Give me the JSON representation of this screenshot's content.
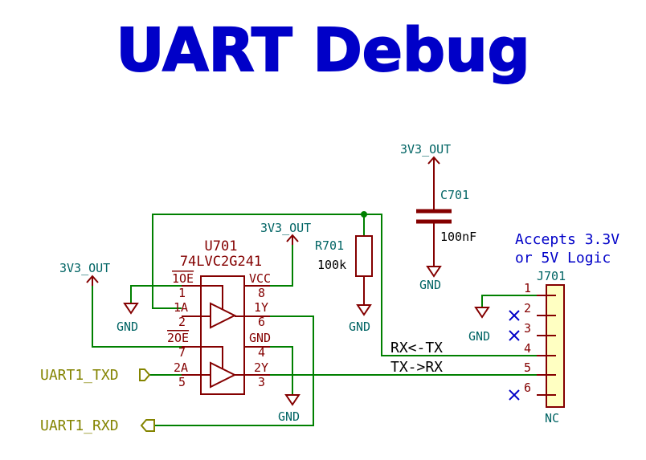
{
  "title": "UART Debug",
  "colors": {
    "wire": "#008000",
    "symbol": "#840000",
    "power": "#006464",
    "ref": "#006464",
    "note": "#0000c8",
    "title": "#0000c8",
    "nc": "#0000c8",
    "hlabel": "#848400",
    "pin": "#840000",
    "text": "#000000"
  },
  "power_labels": {
    "v33_left": "3V3_OUT",
    "v33_mid": "3V3_OUT",
    "v33_cap": "3V3_OUT",
    "gnd_left": "GND",
    "gnd_u701": "GND",
    "gnd_r701": "GND",
    "gnd_cap": "GND",
    "gnd_j701": "GND"
  },
  "u701": {
    "ref": "U701",
    "value": "74LVC2G241",
    "pins": [
      {
        "name": "1OE",
        "number": "1"
      },
      {
        "name": "1A",
        "number": "2"
      },
      {
        "name": "2OE",
        "number": "7"
      },
      {
        "name": "2A",
        "number": "5"
      },
      {
        "name": "VCC",
        "number": "8"
      },
      {
        "name": "1Y",
        "number": "6"
      },
      {
        "name": "GND",
        "number": "4"
      },
      {
        "name": "2Y",
        "number": "3"
      }
    ]
  },
  "r701": {
    "ref": "R701",
    "value": "100k"
  },
  "c701": {
    "ref": "C701",
    "value": "100nF"
  },
  "j701": {
    "ref": "J701",
    "value": "NC",
    "pins": [
      "1",
      "2",
      "3",
      "4",
      "5",
      "6"
    ]
  },
  "note": {
    "line1": "Accepts 3.3V",
    "line2": "or 5V Logic"
  },
  "net_labels": {
    "rx": "RX<-TX",
    "tx": "TX->RX"
  },
  "hier_labels": {
    "txd": "UART1_TXD",
    "rxd": "UART1_RXD"
  }
}
